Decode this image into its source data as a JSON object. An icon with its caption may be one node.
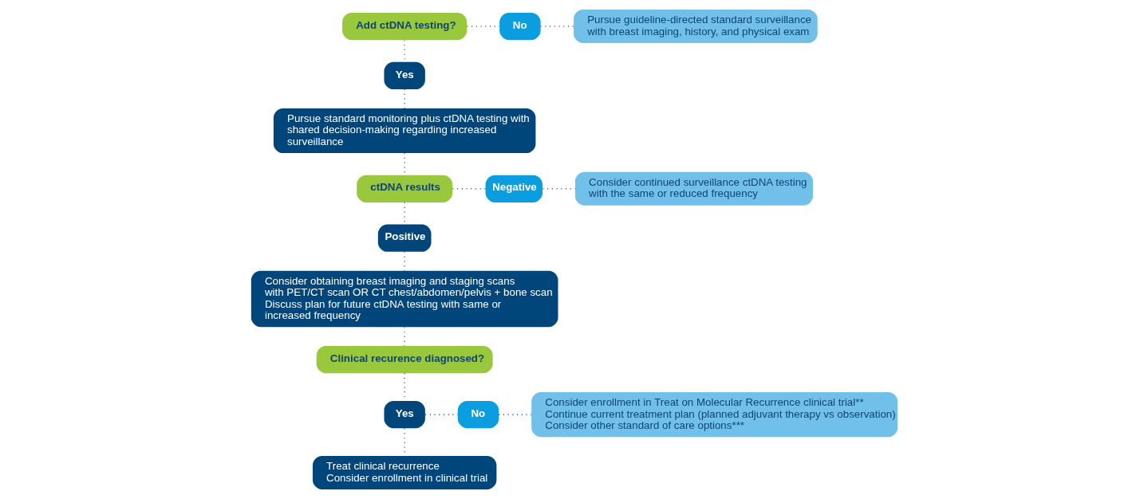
{
  "diagram": {
    "nodes": [
      {
        "text": [
          "Add ctDNA testing?"
        ]
      },
      {
        "text": [
          "No"
        ]
      },
      {
        "text": [
          "Pursue guideline-directed standard surveillance with breast imaging, history, and physical exam"
        ]
      },
      {
        "text": [
          "Yes"
        ]
      },
      {
        "text": [
          "Pursue standard monitoring plus ctDNA testing with shared decision-making regarding increased surveillance"
        ]
      },
      {
        "text": [
          "ctDNA results"
        ]
      },
      {
        "text": [
          "Negative"
        ]
      },
      {
        "text": [
          "Consider continued surveillance ctDNA testing with the same or reduced frequency"
        ]
      },
      {
        "text": [
          "Positive"
        ]
      },
      {
        "text": [
          "Consider obtaining breast imaging and staging scans with PET/CT scan OR CT chest/abdomen/pelvis + bone scan",
          "Discuss plan for future ctDNA testing with same or increased frequency"
        ]
      },
      {
        "text": [
          "Clinical recurence diagnosed?"
        ]
      },
      {
        "text": [
          "Yes"
        ]
      },
      {
        "text": [
          "No"
        ]
      },
      {
        "text": [
          "Consider enrollment in Treat on Molecular Recurrence clinical trial**",
          "Continue current treatment plan (planned adjuvant therapy vs observation)",
          "Consider other standard of care options***"
        ]
      },
      {
        "text": [
          "Treat clinical recurrence",
          "Consider enrollment in clinical trial"
        ]
      }
    ],
    "edges": [
      {
        "from": 0,
        "to": 1,
        "arrow": "none"
      },
      {
        "from": 1,
        "to": 2,
        "arrow": "none"
      },
      {
        "from": 0,
        "to": 3,
        "arrow": "none"
      },
      {
        "from": 3,
        "to": 4,
        "arrow": "none"
      },
      {
        "from": 4,
        "to": 5,
        "arrow": "none"
      },
      {
        "from": 5,
        "to": 6,
        "arrow": "none"
      },
      {
        "from": 6,
        "to": 7,
        "arrow": "none"
      },
      {
        "from": 5,
        "to": 8,
        "arrow": "none"
      },
      {
        "from": 8,
        "to": 9,
        "arrow": "none"
      },
      {
        "from": 9,
        "to": 10,
        "arrow": "none"
      },
      {
        "from": 10,
        "to": 11,
        "arrow": "none"
      },
      {
        "from": 11,
        "to": 12,
        "arrow": "none"
      },
      {
        "from": 12,
        "to": 13,
        "arrow": "none"
      },
      {
        "from": 11,
        "to": 14,
        "arrow": "none"
      }
    ]
  }
}
